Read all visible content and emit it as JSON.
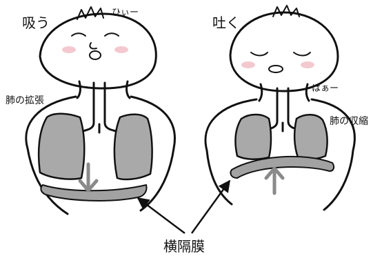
{
  "left_panel": {
    "title": "吸う",
    "sound": "ひぃー",
    "label": "肺の拡張"
  },
  "right_panel": {
    "title": "吐く",
    "sound": "はぁー",
    "label": "肺の収縮"
  },
  "pointer_label": "横隔膜",
  "colors": {
    "lung": "#a9a9a9",
    "diaphragm": "#a2a2a2",
    "arrow": "#8a8a8a",
    "outline": "#111111",
    "cheek": "#f3c9cf"
  },
  "icons": {
    "left_arrow": "arrow-down-icon",
    "right_arrow": "arrow-up-icon"
  }
}
